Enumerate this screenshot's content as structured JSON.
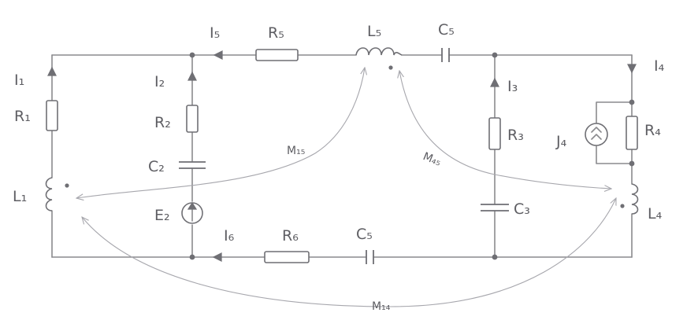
{
  "labels": {
    "I1": "I₁",
    "R1": "R₁",
    "L1": "L₁",
    "I2": "I₂",
    "R2": "R₂",
    "C2": "C₂",
    "E2": "E₂",
    "I5": "I₅",
    "R5": "R₅",
    "L5": "L₅",
    "C5_top": "C₅",
    "I3": "I₃",
    "R3": "R₃",
    "C3": "C₃",
    "I4": "I₄",
    "J4": "J₄",
    "R4": "R₄",
    "L4": "L₄",
    "I6": "I₆",
    "R6": "R₆",
    "C5_bottom": "C₅",
    "M15": "M₁₅",
    "M45": "M₄₅",
    "M14": "M₁₄"
  }
}
